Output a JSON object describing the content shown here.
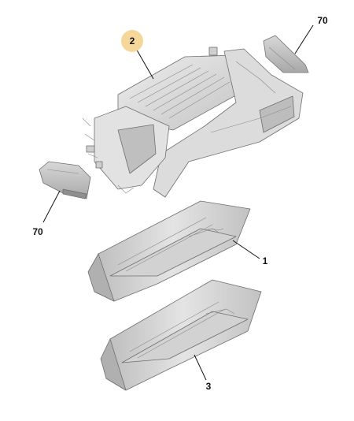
{
  "diagram": {
    "callouts": [
      {
        "id": "c2",
        "label": "2",
        "highlight_color": "#f6d79a"
      },
      {
        "id": "c70a",
        "label": "70"
      },
      {
        "id": "c70b",
        "label": "70"
      },
      {
        "id": "c1",
        "label": "1"
      },
      {
        "id": "c3",
        "label": "3"
      }
    ]
  },
  "colors": {
    "part_light": "#e6e6e6",
    "part_mid": "#c9c9c9",
    "part_dark": "#a9a9a9",
    "line": "#111111",
    "highlight": "#f6d79a"
  }
}
